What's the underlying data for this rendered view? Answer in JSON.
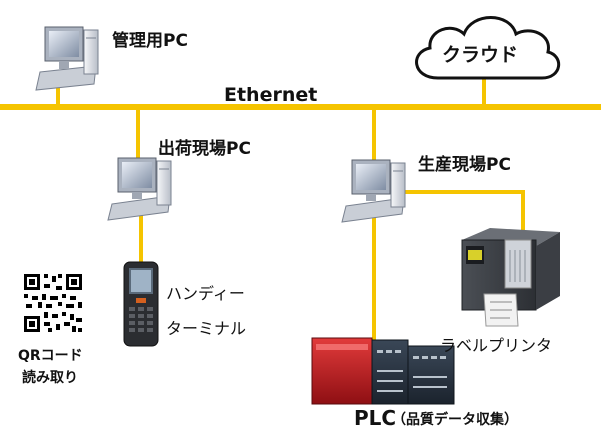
{
  "network": {
    "backbone_label": "Ethernet",
    "line_color": "#f5c400"
  },
  "cloud": {
    "label": "クラウド"
  },
  "admin_pc": {
    "label": "管理用PC"
  },
  "shipping_pc": {
    "label": "出荷現場PC"
  },
  "production_pc": {
    "label": "生産現場PC"
  },
  "handheld": {
    "label_line1": "ハンディー",
    "label_line2": "ターミナル"
  },
  "qr": {
    "label_line1": "QRコード",
    "label_line2": "読み取り"
  },
  "label_printer": {
    "label": "ラベルプリンタ"
  },
  "plc": {
    "label_main": "PLC",
    "label_sub": "（品質データ収集）"
  }
}
